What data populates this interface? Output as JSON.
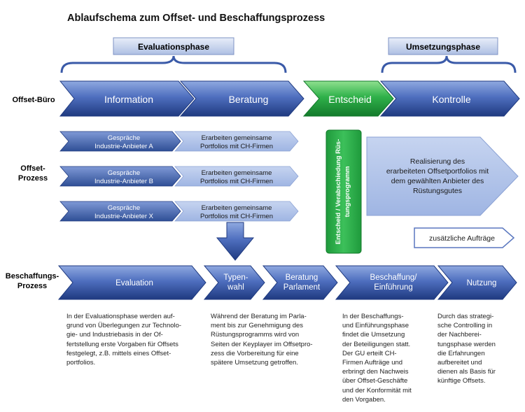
{
  "title": "Ablaufschema zum Offset- und Beschaffungsprozess",
  "phases": {
    "evaluation": "Evaluationsphase",
    "umsetzung": "Umsetzungsphase"
  },
  "row_labels": {
    "offset_buero": "Offset-Büro",
    "offset_prozess": [
      "Offset-",
      "Prozess"
    ],
    "beschaffung": [
      "Beschaffungs-",
      "Prozess"
    ]
  },
  "offset_buero_steps": [
    "Information",
    "Beratung",
    "Entscheid",
    "Kontrolle"
  ],
  "offset_prozess_rows": [
    {
      "left": [
        "Gespräche",
        "Industrie-Anbieter A"
      ],
      "right": [
        "Erarbeiten gemeinsame",
        "Portfolios mit CH-Firmen"
      ]
    },
    {
      "left": [
        "Gespräche",
        "Industrie-Anbieter B"
      ],
      "right": [
        "Erarbeiten gemeinsame",
        "Portfolios mit CH-Firmen"
      ]
    },
    {
      "left": [
        "Gespräche",
        "Industrie-Anbieter X"
      ],
      "right": [
        "Erarbeiten gemeinsame",
        "Portfolios mit CH-Firmen"
      ]
    }
  ],
  "green_box": [
    "Entscheid / Verabschiedung Rüs-",
    "tungsprogramm"
  ],
  "realisierung": [
    "Realisierung des",
    "erarbeiteten Offsetportfolios mit",
    "dem gewählten Anbieter des",
    "Rüstungsgutes"
  ],
  "zusaetzlich": "zusätzliche Aufträge",
  "beschaffung_steps": [
    [
      "Evaluation"
    ],
    [
      "Typen-",
      "wahl"
    ],
    [
      "Beratung",
      "Parlament"
    ],
    [
      "Beschaffung/",
      "Einführung"
    ],
    [
      "Nutzung"
    ]
  ],
  "descriptions": [
    [
      "In der Evaluationsphase werden auf-",
      "grund von Überlegungen zur Technolo-",
      "gie- und Industriebasis in der Of-",
      "fertstellung erste Vorgaben für Offsets",
      "festgelegt, z.B. mittels eines Offset-",
      "portfolios."
    ],
    [
      "Während der Beratung im Parla-",
      "ment bis zur Genehmigung des",
      "Rüstungsprogramms wird von",
      "Seiten der Keyplayer im Offsetpro-",
      "zess die Vorbereitung für eine",
      "spätere Umsetzung getroffen."
    ],
    [
      "In der Beschaffungs-",
      "und Einführungsphase",
      "findet die Umsetzung",
      "der Beteiligungen statt.",
      "Der GU erteilt CH-",
      "Firmen Aufträge und",
      "erbringt den Nachweis",
      "über Offset-Geschäfte",
      "und der Konformität mit",
      "den Vorgaben."
    ],
    [
      "Durch das strategi-",
      "sche Controlling in",
      "der Nachberei-",
      "tungsphase werden",
      "die Erfahrungen",
      "aufbereitet und",
      "dienen als Basis für",
      "künftige Offsets."
    ]
  ],
  "colors": {
    "blue_dark": "#2f4f96",
    "blue_mid": "#6f8fd0",
    "green": "#2ea84a",
    "light_blue": "#a8bde6"
  }
}
